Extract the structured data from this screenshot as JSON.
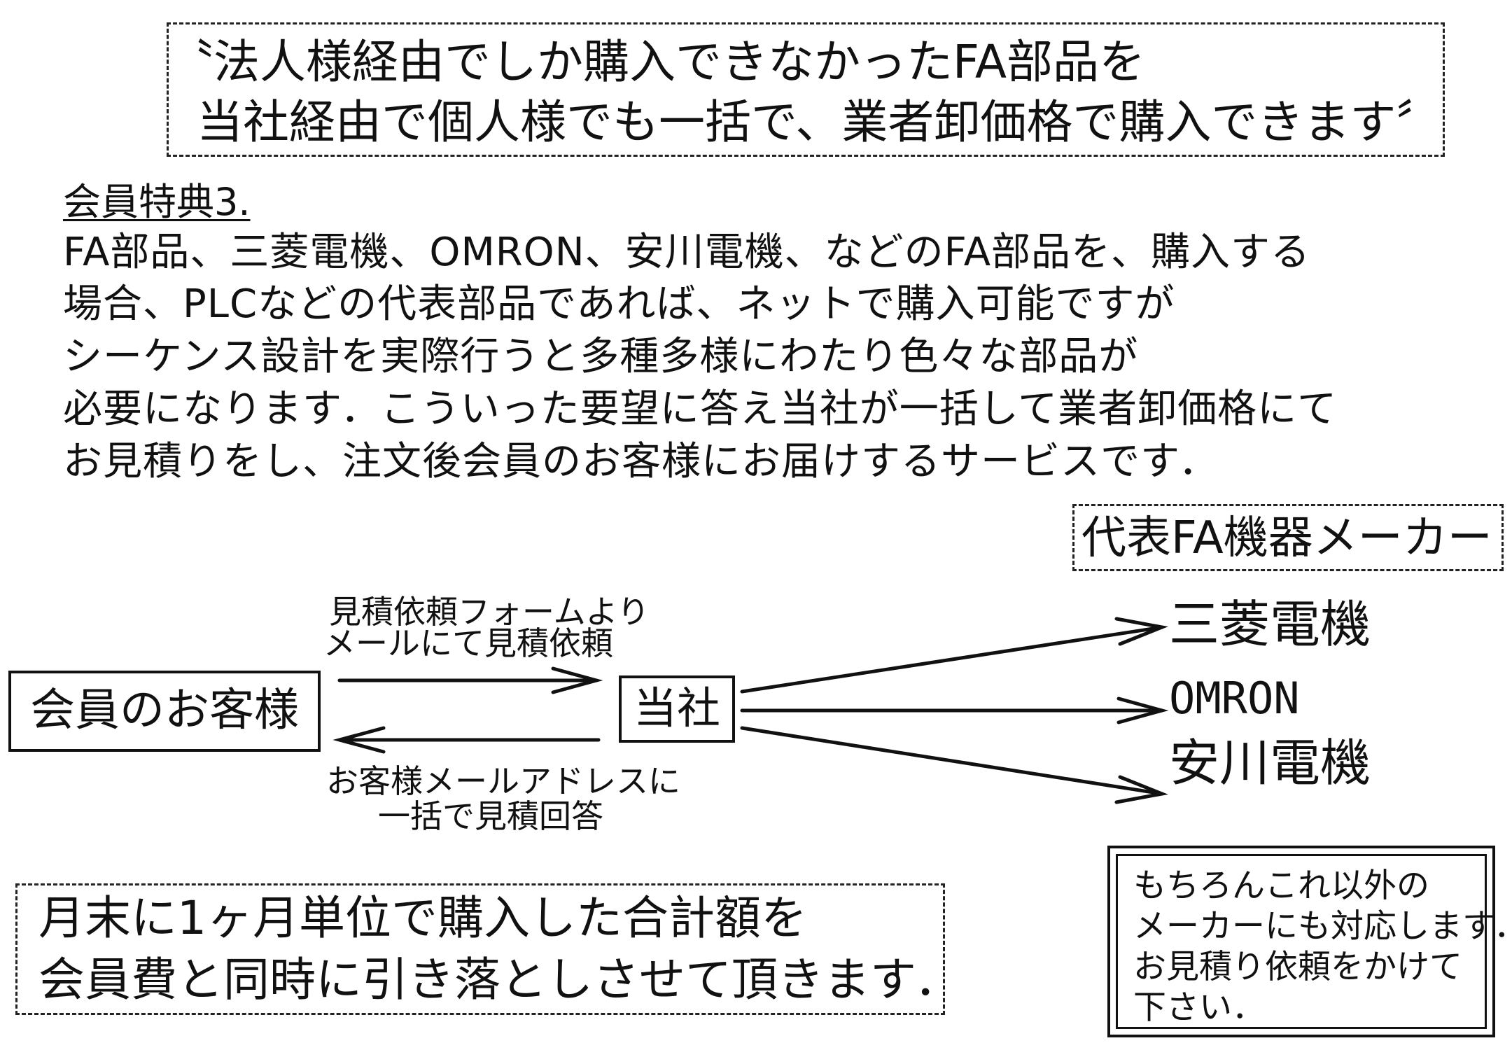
{
  "headline": {
    "line1": "〝法人様経由でしか購入できなかったFA部品を",
    "line2": "当社経由で個人様でも一括で、業者卸価格で購入できます〞"
  },
  "benefit": {
    "title": "会員特典3.",
    "lines": [
      "FA部品、三菱電機、OMRON、安川電機、などのFA部品を、購入する",
      "場合、PLCなどの代表部品であれば、ネットで購入可能ですが",
      "シーケンス設計を実際行うと多種多様にわたり色々な部品が",
      "必要になります．こういった要望に答え当社が一括して業者卸価格にて",
      "お見積りをし、注文後会員のお客様にお届けするサービスです．"
    ]
  },
  "makers_heading": "代表FA機器メーカー",
  "diagram": {
    "customer": "会員のお客様",
    "company": "当社",
    "request_label_1": "見積依頼フォームより",
    "request_label_2": "メールにて見積依頼",
    "reply_label_1": "お客様メールアドレスに",
    "reply_label_2": "一括で見積回答",
    "makers": [
      "三菱電機",
      "OMRON",
      "安川電機"
    ]
  },
  "other_makers_note": {
    "lines": [
      "もちろんこれ以外の",
      "メーカーにも対応します．",
      "お見積り依頼をかけて",
      "下さい．"
    ]
  },
  "billing_note": {
    "line1": "月末に1ヶ月単位で購入した合計額を",
    "line2": "会員費と同時に引き落としさせて頂きます．"
  }
}
